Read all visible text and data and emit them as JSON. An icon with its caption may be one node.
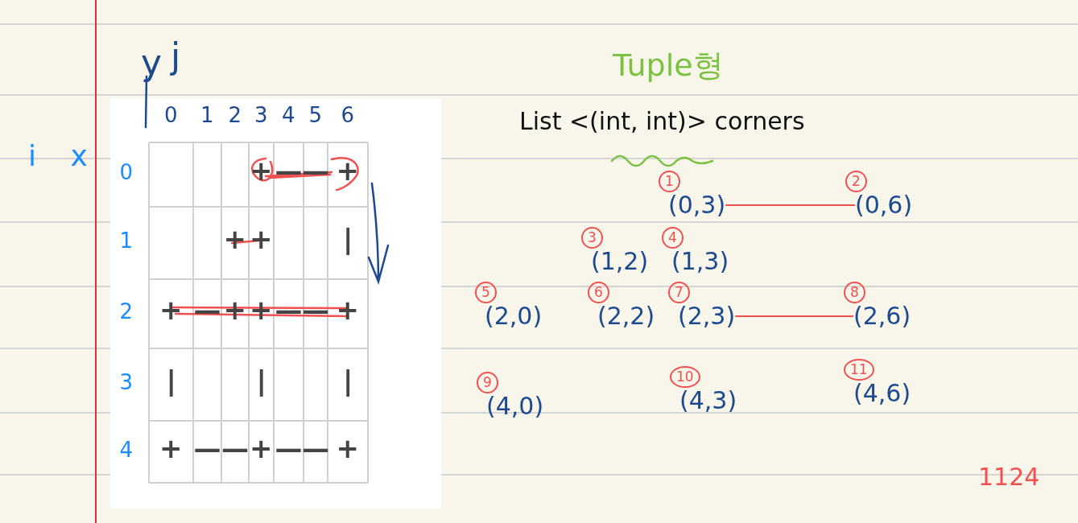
{
  "diagram": {
    "nodes": [
      {
        "text": [
          "(0,3)"
        ],
        "beside": [
          "1"
        ]
      },
      {
        "text": [
          "(0,6)"
        ],
        "beside": [
          "2"
        ]
      },
      {
        "text": [
          "(1,2)"
        ],
        "beside": [
          "3"
        ]
      },
      {
        "text": [
          "(1,3)"
        ],
        "beside": [
          "4"
        ]
      },
      {
        "text": [
          "(2,0)"
        ],
        "beside": [
          "5"
        ]
      },
      {
        "text": [
          "(2,2)"
        ],
        "beside": [
          "6"
        ]
      },
      {
        "text": [
          "(2,3)"
        ],
        "beside": [
          "7"
        ]
      },
      {
        "text": [
          "(2,6)"
        ],
        "beside": [
          "8"
        ]
      },
      {
        "text": [
          "(4,0)"
        ],
        "beside": [
          "9"
        ]
      },
      {
        "text": [
          "(4,3)"
        ],
        "beside": [
          "10"
        ]
      },
      {
        "text": [
          "(4,6)"
        ],
        "beside": [
          "11"
        ]
      }
    ],
    "edges": [
      {
        "from": 0,
        "to": 1,
        "arrow": "none"
      },
      {
        "from": 6,
        "to": 7,
        "arrow": "none"
      }
    ],
    "labels": [
      "y",
      "j",
      "Tuple형",
      "0",
      "1",
      "2",
      "3",
      "4",
      "5",
      "6",
      "List <(int, int)> corners",
      "i",
      "x",
      "0",
      "+",
      "—",
      "—",
      "+",
      "1",
      "+",
      "+",
      "|",
      "2",
      "+",
      "—",
      "+",
      "+",
      "—",
      "—",
      "+",
      "3",
      "|",
      "|",
      "|",
      "4",
      "+",
      "—",
      "—",
      "+",
      "—",
      "—",
      "+",
      "1124"
    ]
  }
}
